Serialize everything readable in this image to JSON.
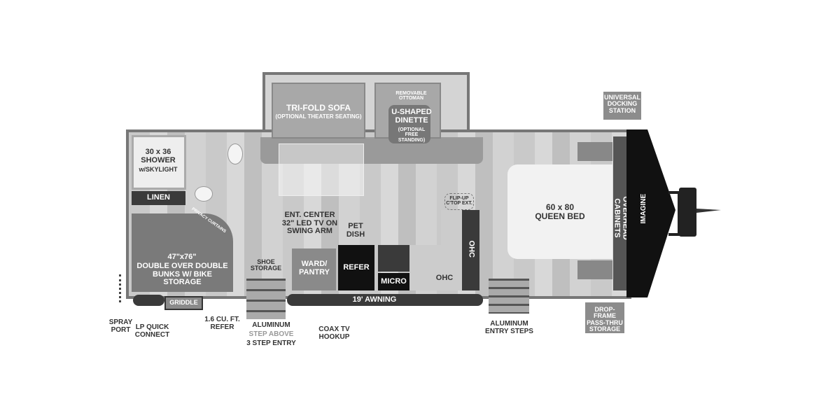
{
  "labels": {
    "sofa": "TRI-FOLD SOFA",
    "sofa_note": "(OPTIONAL THEATER SEATING)",
    "ottoman": "REMOVABLE OTTOMAN",
    "dinette": "U-SHAPED DINETTE",
    "dinette_note": "(OPTIONAL FREE STANDING)",
    "shower": "30 x 36 SHOWER",
    "skylight": "w/SKYLIGHT",
    "linen": "LINEN",
    "privacy": "PRIVACY CURTAINS",
    "bunk_size": "47\"x76\"",
    "bunks": "DOUBLE OVER DOUBLE BUNKS W/ BIKE STORAGE",
    "ent_center": "ENT. CENTER 32\" LED TV ON SWING ARM",
    "pet_dish": "PET DISH",
    "shoe": "SHOE STORAGE",
    "ward": "WARD/ PANTRY",
    "refer": "REFER",
    "micro": "MICRO",
    "ohc_v": "OHC",
    "ohc_h": "OHC",
    "flipup": "FLIP-UP C'TOP EXT.",
    "bed": "60 x 80 QUEEN BED",
    "overhead": "OVERHEAD CABINETS",
    "brand": "IMAGINE",
    "docking": "UNIVERSAL DOCKING STATION",
    "dropframe": "DROP-FRAME PASS-THRU STORAGE",
    "awning": "19' AWNING",
    "griddle": "GRIDDLE",
    "spray": "SPRAY PORT",
    "lp": "LP QUICK CONNECT",
    "refer_small": "1.6 CU. FT. REFER",
    "alum1": "ALUMINUM",
    "step_above": "STEP ABOVE",
    "three_step": "3 STEP ENTRY",
    "coax": "COAX TV HOOKUP",
    "entry_steps": "ALUMINUM ENTRY STEPS"
  }
}
